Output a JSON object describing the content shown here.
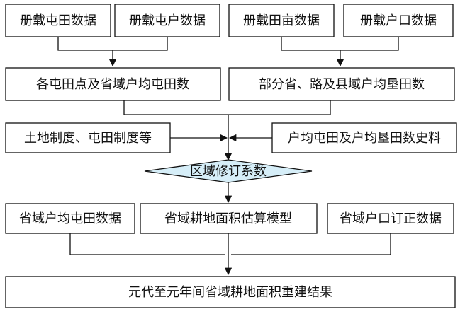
{
  "nodes": {
    "tuntian_register": "册载屯田数据",
    "tunhu_register": "册载屯户数据",
    "tianmu_register": "册载田亩数据",
    "hukou_register": "册载户口数据",
    "provincial_avg_tuntian": "各屯田点及省域户均屯田数",
    "county_avg_kentian": "部分省、路及县域户均垦田数",
    "land_systems": "土地制度、屯田制度等",
    "historical_materials": "户均屯田及户均垦田数史料",
    "regional_coefficient": "区域修订系数",
    "provincial_avg_tuntian_data": "省域户均屯田数据",
    "estimation_model": "省域耕地面积估算模型",
    "corrected_hukou": "省域户口订正数据",
    "result": "元代至元年间省域耕地面积重建结果"
  },
  "colors": {
    "diamond_fill": "#d6eef8",
    "stroke": "#111111",
    "background": "#ffffff"
  }
}
